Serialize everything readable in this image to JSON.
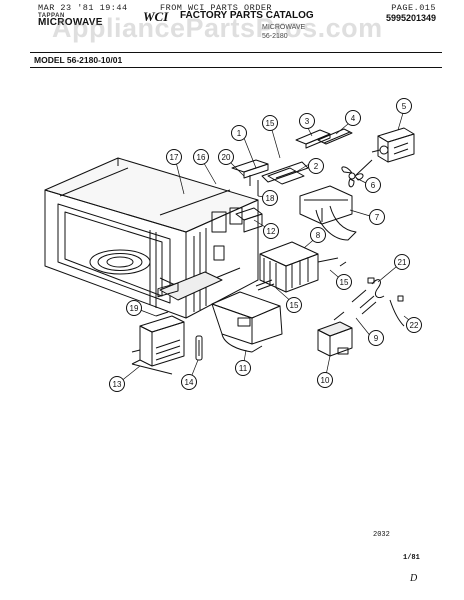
{
  "header": {
    "fax_line_left": "MAR 23 '81 19:44",
    "fax_line_mid": "FROM WCI PARTS ORDER",
    "fax_page": "PAGE.015",
    "brand_small": "TAPPAN",
    "brand": "MICROWAVE",
    "logo": "WCI",
    "catalog_title": "FACTORY PARTS CATALOG",
    "part_number": "5995201349",
    "sub_line_1": "MICROWAVE",
    "sub_line_2": "56-2180"
  },
  "watermark": "AppliancePartsPros.com",
  "model_label": "MODEL 56-2180-10/01",
  "footer": {
    "drawing_code": "2032",
    "date": "1/81",
    "corner_mark": "D"
  },
  "callouts": [
    "1",
    "2",
    "3",
    "4",
    "5",
    "6",
    "7",
    "8",
    "9",
    "10",
    "11",
    "12",
    "13",
    "14",
    "15",
    "15",
    "15",
    "16",
    "17",
    "18",
    "19",
    "20",
    "21",
    "22"
  ],
  "colors": {
    "ink": "#111111",
    "paper": "#ffffff",
    "watermark": "#8c8c8c"
  }
}
